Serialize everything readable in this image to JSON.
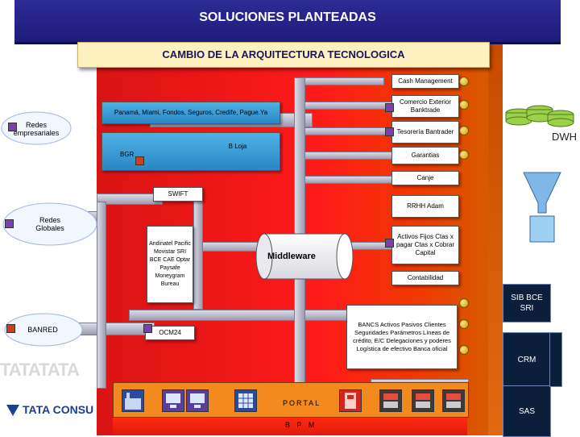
{
  "title": "SOLUCIONES PLANTEADAS",
  "subtitle": "CAMBIO DE LA ARQUITECTURA TECNOLOGICA",
  "modules": {
    "cash": "Cash Management",
    "comercio": "Comercio Exterior Banktrade",
    "tesoreria": "Tesorería Bantrader",
    "garantias": "Garantias",
    "canje": "Canje",
    "rrhh": "RRHH Adam",
    "activos": "Activos Fijos Ctas x pagar Ctas x Cobrar Capital",
    "contabilidad": "Contabilidad",
    "bancs": "BANCS Activos  Pasivos  Clientes Seguridades  Parámetros Líneas de crédito, E/C Delegaciones y poderes Logística de efectivo Banca oficial"
  },
  "channels": {
    "panama": "Panamá, Miami, Fondos, Seguros, Credife, Pague.Ya",
    "bgr": "BGR",
    "loja": "B Loja",
    "swift": "SWIFT",
    "list": "Andinatel Pacific Movistar SRI BCE CAE Optar Paysafe Moneygram Bureau",
    "ocm": "OCM24"
  },
  "networks": {
    "empresariales": "Redes empresariales",
    "globales": "Redes Globales",
    "banred": "BANRED"
  },
  "middleware": "Middleware",
  "right": {
    "dwh": "DWH",
    "sib": "SIB BCE SRI",
    "crm": "CRM",
    "sas": "SAS"
  },
  "portal": "PORTAL",
  "bpm": "B P M",
  "logo": "TATA CONSU",
  "watermark": "TATATATA",
  "colors": {
    "title_bar": "#2d2b96",
    "background": "#ff1a1a",
    "portal": "#f28a1e",
    "dark_box": "#0b1f3c"
  }
}
